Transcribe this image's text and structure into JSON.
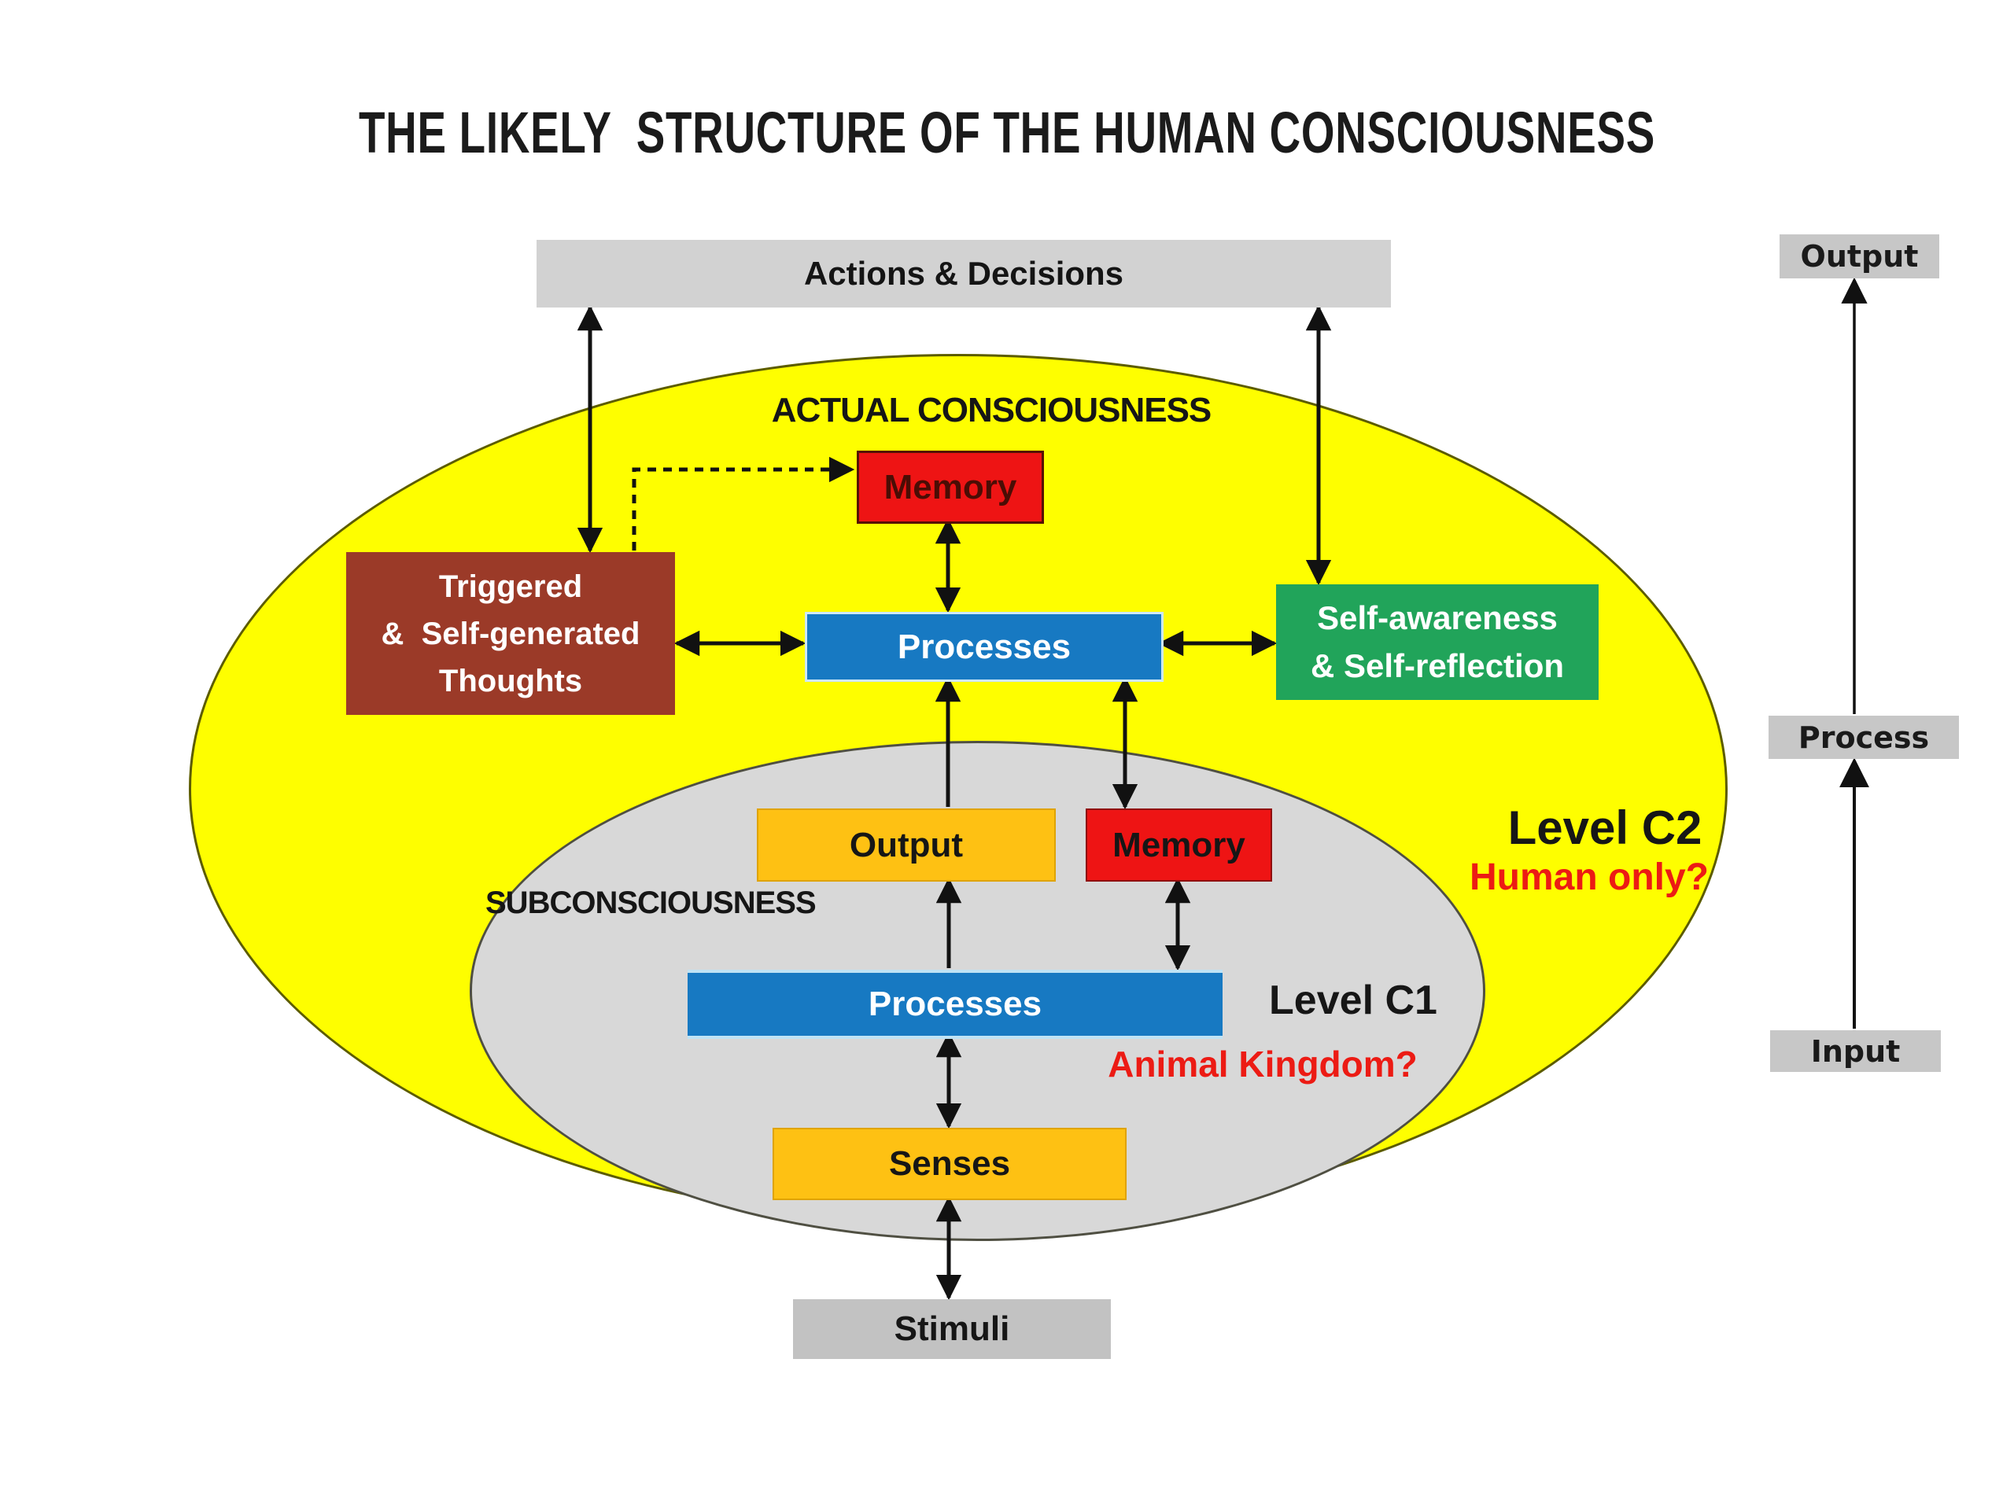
{
  "title": "THE LIKELY  STRUCTURE OF THE HUMAN CONSCIOUSNESS",
  "top_bar": {
    "label": "Actions & Decisions"
  },
  "consciousness": {
    "region_label": "ACTUAL CONSCIOUSNESS",
    "level_label": "Level C2",
    "level_note": "Human only?",
    "memory_label": "Memory",
    "processes_label": "Processes",
    "thoughts_lines": [
      "Triggered",
      "&  Self-generated",
      "Thoughts"
    ],
    "awareness_lines": [
      "Self-awareness",
      "& Self-reflection"
    ]
  },
  "subconsciousness": {
    "region_label": "SUBCONSCIOUSNESS",
    "level_label": "Level C1",
    "level_note": "Animal Kingdom?",
    "output_label": "Output",
    "memory_label": "Memory",
    "processes_label": "Processes",
    "senses_label": "Senses"
  },
  "stimuli_label": "Stimuli",
  "io_column": {
    "output": "Output",
    "process": "Process",
    "input": "Input"
  },
  "colors": {
    "yellow_region": "#FEFE00",
    "gray_region": "#D8D8D8",
    "red_box": "#EE1414",
    "brown_box": "#9B3A28",
    "blue_box": "#1779C2",
    "green_box": "#21A45A",
    "orange_box": "#FEC113",
    "top_bar_gray": "#D2D2D2",
    "io_gray": "#C7C7C7",
    "stimuli_gray": "#C2C2C2",
    "annotation_red": "#EC1B14",
    "arrow_black": "#111111"
  }
}
